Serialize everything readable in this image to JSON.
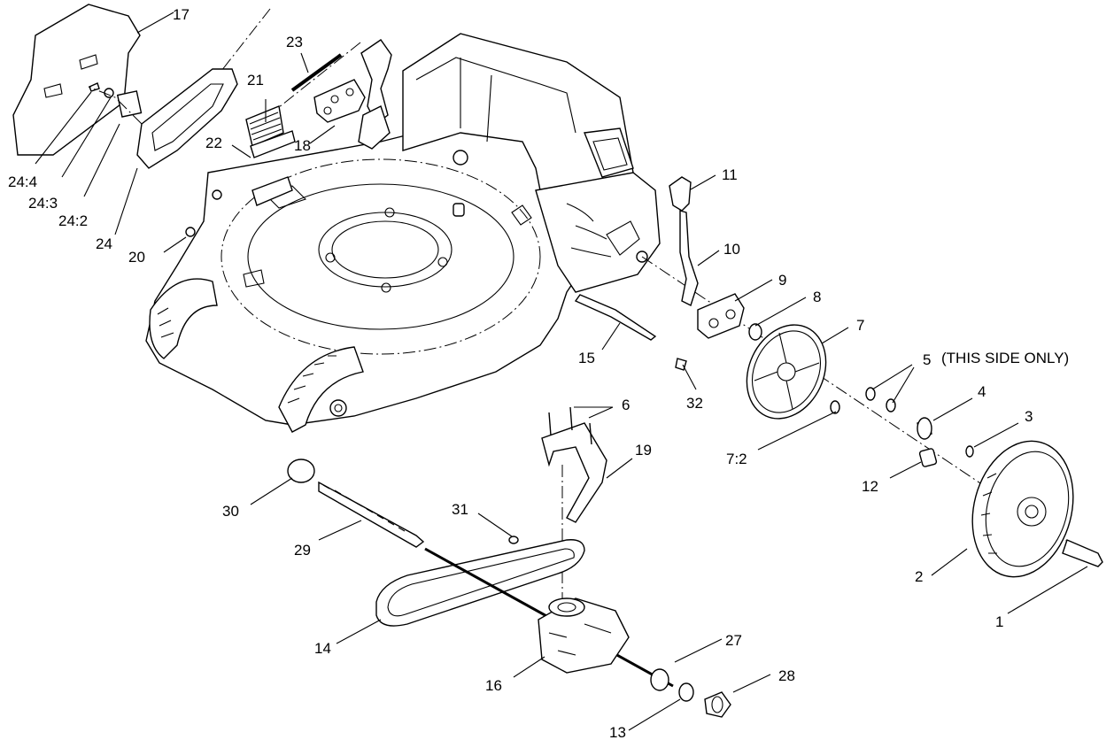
{
  "diagram": {
    "labels": {
      "p1": "1",
      "p2": "2",
      "p3": "3",
      "p4": "4",
      "p5": "5",
      "p5_note": "(THIS SIDE ONLY)",
      "p6": "6",
      "p7": "7",
      "p7_2": "7:2",
      "p8": "8",
      "p9": "9",
      "p10": "10",
      "p11": "11",
      "p12": "12",
      "p13": "13",
      "p14": "14",
      "p15": "15",
      "p16": "16",
      "p17": "17",
      "p18": "18",
      "p19": "19",
      "p20": "20",
      "p21": "21",
      "p22": "22",
      "p23": "23",
      "p24": "24",
      "p24_2": "24:2",
      "p24_3": "24:3",
      "p24_4": "24:4",
      "p27": "27",
      "p28": "28",
      "p29": "29",
      "p30": "30",
      "p31": "31",
      "p32": "32"
    }
  }
}
